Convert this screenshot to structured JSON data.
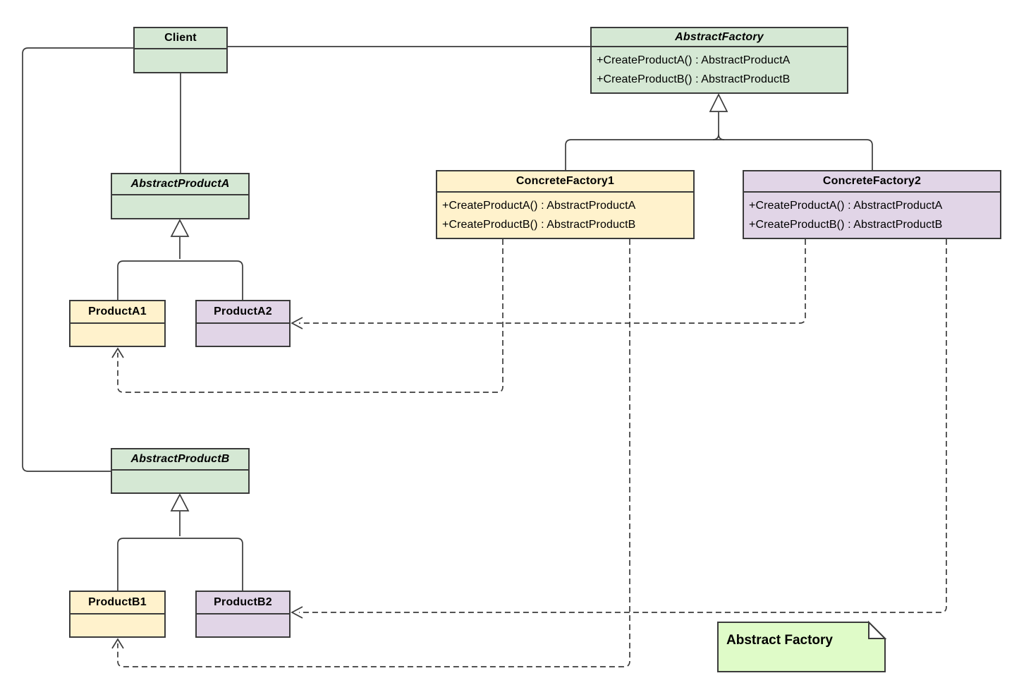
{
  "diagram_type": "uml-class-diagram",
  "pattern_name": "Abstract Factory",
  "classes": {
    "client": {
      "name": "Client",
      "abstract": false,
      "methods": []
    },
    "abstractFactory": {
      "name": "AbstractFactory",
      "abstract": true,
      "methods": [
        "+CreateProductA() : AbstractProductA",
        "+CreateProductB() : AbstractProductB"
      ]
    },
    "concreteFactory1": {
      "name": "ConcreteFactory1",
      "abstract": false,
      "methods": [
        "+CreateProductA() : AbstractProductA",
        "+CreateProductB() : AbstractProductB"
      ]
    },
    "concreteFactory2": {
      "name": "ConcreteFactory2",
      "abstract": false,
      "methods": [
        "+CreateProductA() : AbstractProductA",
        "+CreateProductB() : AbstractProductB"
      ]
    },
    "abstractProductA": {
      "name": "AbstractProductA",
      "abstract": true,
      "methods": []
    },
    "productA1": {
      "name": "ProductA1",
      "abstract": false,
      "methods": []
    },
    "productA2": {
      "name": "ProductA2",
      "abstract": false,
      "methods": []
    },
    "abstractProductB": {
      "name": "AbstractProductB",
      "abstract": true,
      "methods": []
    },
    "productB1": {
      "name": "ProductB1",
      "abstract": false,
      "methods": []
    },
    "productB2": {
      "name": "ProductB2",
      "abstract": false,
      "methods": []
    }
  },
  "note": {
    "text": "Abstract Factory"
  },
  "relationships": {
    "associations": [
      {
        "from": "Client",
        "to": "AbstractFactory",
        "style": "solid"
      },
      {
        "from": "Client",
        "to": "AbstractProductA",
        "style": "solid"
      },
      {
        "from": "Client",
        "to": "AbstractProductB",
        "style": "solid"
      }
    ],
    "generalizations": [
      {
        "from": "ConcreteFactory1",
        "to": "AbstractFactory"
      },
      {
        "from": "ConcreteFactory2",
        "to": "AbstractFactory"
      },
      {
        "from": "ProductA1",
        "to": "AbstractProductA"
      },
      {
        "from": "ProductA2",
        "to": "AbstractProductA"
      },
      {
        "from": "ProductB1",
        "to": "AbstractProductB"
      },
      {
        "from": "ProductB2",
        "to": "AbstractProductB"
      }
    ],
    "dependencies": [
      {
        "from": "ConcreteFactory1",
        "to": "ProductA1",
        "style": "dashed"
      },
      {
        "from": "ConcreteFactory1",
        "to": "ProductB1",
        "style": "dashed"
      },
      {
        "from": "ConcreteFactory2",
        "to": "ProductA2",
        "style": "dashed"
      },
      {
        "from": "ConcreteFactory2",
        "to": "ProductB2",
        "style": "dashed"
      }
    ]
  },
  "colors": {
    "abstract_fill": "#d5e8d4",
    "family1_fill": "#fff2cc",
    "family2_fill": "#e1d5e7",
    "note_fill": "#dffbc8",
    "stroke": "#3b3b3b",
    "text": "#000000"
  }
}
